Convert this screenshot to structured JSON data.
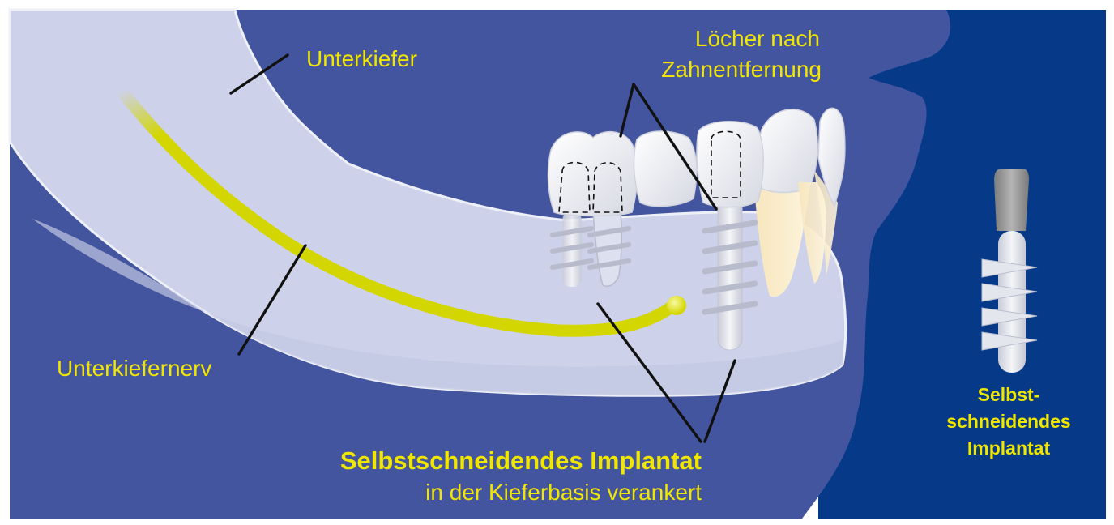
{
  "labels": {
    "jaw": "Unterkiefer",
    "holes_line1": "Löcher nach",
    "holes_line2": "Zahnentfernung",
    "nerve": "Unterkiefernerv",
    "implant_title": "Selbstschneidendes Implantat",
    "implant_subtitle": "in der Kieferbasis verankert",
    "side_line1": "Selbst-",
    "side_line2": "schneidendes",
    "side_line3": "Implantat"
  },
  "colors": {
    "outer_border": "#ffffff",
    "dark_blue": "#063a88",
    "mid_blue": "#44559f",
    "bone": "#cdd2ea",
    "nerve": "#d3d600",
    "label": "#f1e600",
    "tooth": "#f2f2f4",
    "implant_cap": "#9a9a9a",
    "leader_line": "#111111"
  },
  "icons": [
    "jaw-bone-illustration",
    "nerve-illustration",
    "tooth-icon",
    "implant-icon"
  ]
}
